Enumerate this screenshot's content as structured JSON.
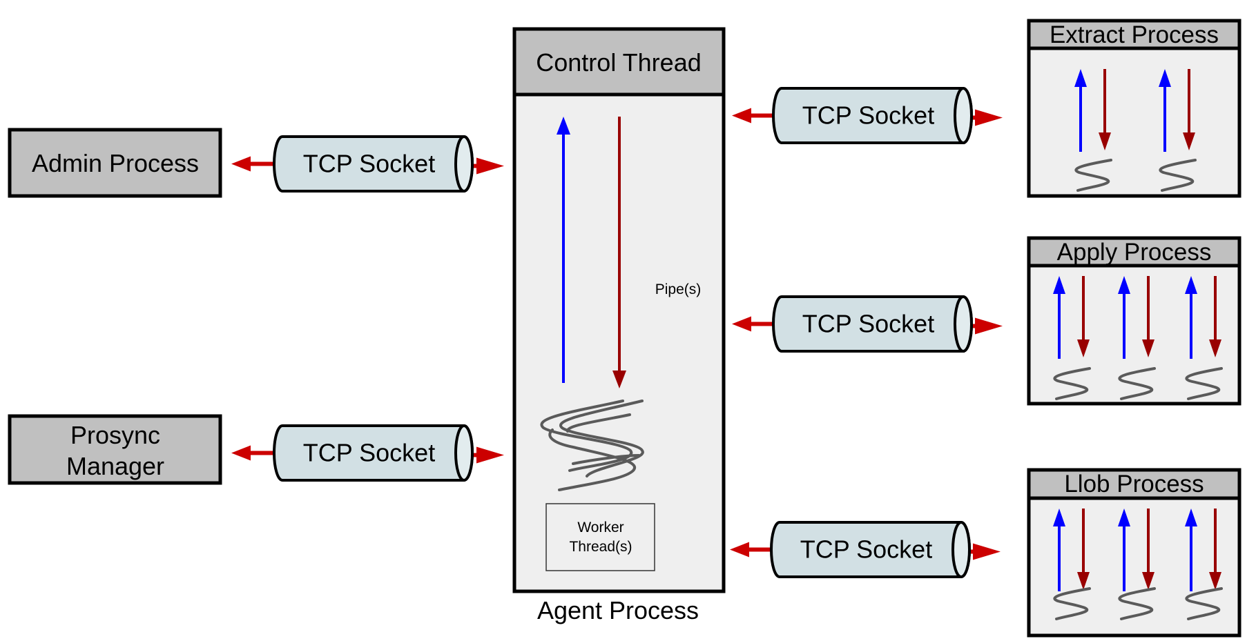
{
  "diagram": {
    "left_processes": [
      {
        "id": "admin",
        "label_lines": [
          "Admin Process"
        ]
      },
      {
        "id": "prosync",
        "label_lines": [
          "Prosync",
          "Manager"
        ]
      }
    ],
    "agent": {
      "header": "Control Thread",
      "pipe_label": "Pipe(s)",
      "worker_label_lines": [
        "Worker",
        "Thread(s)"
      ],
      "caption": "Agent Process"
    },
    "sockets": [
      {
        "id": "socket-admin",
        "label": "TCP Socket"
      },
      {
        "id": "socket-prosync",
        "label": "TCP Socket"
      },
      {
        "id": "socket-extract",
        "label": "TCP Socket"
      },
      {
        "id": "socket-apply",
        "label": "TCP Socket"
      },
      {
        "id": "socket-llob",
        "label": "TCP Socket"
      }
    ],
    "right_processes": [
      {
        "id": "extract",
        "title": "Extract Process",
        "thread_count": 2
      },
      {
        "id": "apply",
        "title": "Apply Process",
        "thread_count": 3
      },
      {
        "id": "llob",
        "title": "Llob Process",
        "thread_count": 3
      }
    ],
    "colors": {
      "connector_arrow": "#cc0000",
      "up_arrow": "#0000ff",
      "down_arrow": "#990000",
      "socket_fill": "#d2e0e4",
      "process_fill": "#c0c0c0",
      "body_fill": "#efefef",
      "thread_squiggle": "#5a5a5a"
    }
  }
}
